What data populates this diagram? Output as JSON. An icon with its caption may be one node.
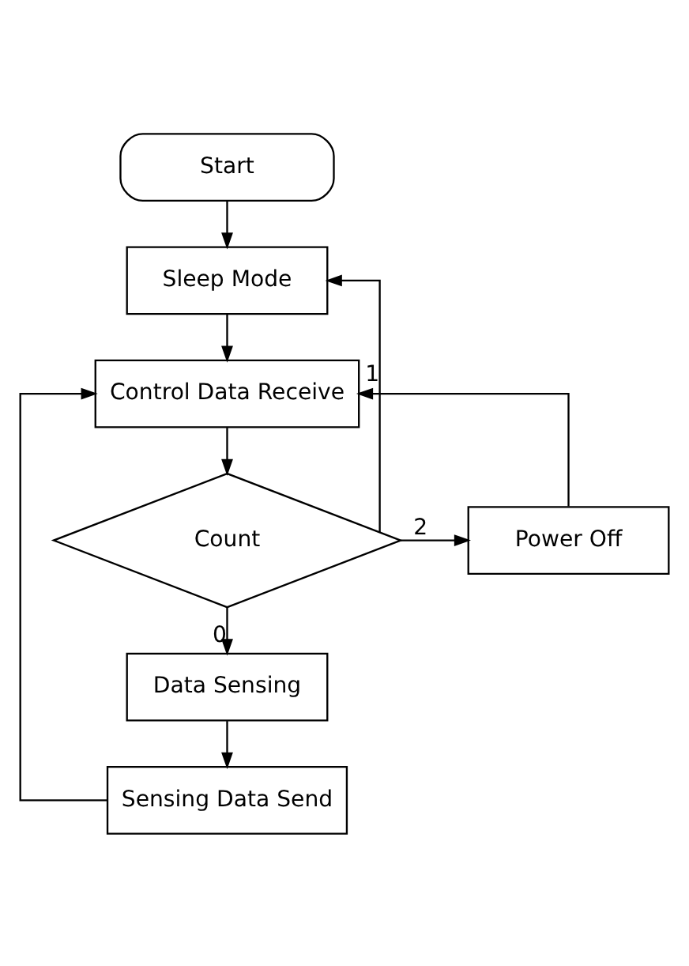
{
  "diagram": {
    "nodes": [
      {
        "text": [
          "Start"
        ]
      },
      {
        "text": [
          "Sleep Mode"
        ]
      },
      {
        "text": [
          "Control Data Receive"
        ]
      },
      {
        "text": [
          "Count"
        ]
      },
      {
        "text": [
          "Power Off"
        ]
      },
      {
        "text": [
          "Data Sensing"
        ]
      },
      {
        "text": [
          "Sensing Data Send"
        ]
      }
    ],
    "edges": [
      {
        "from": 0,
        "to": 1,
        "arrow": "to"
      },
      {
        "from": 1,
        "to": 2,
        "arrow": "to"
      },
      {
        "from": 2,
        "to": 3,
        "arrow": "to"
      },
      {
        "from": 3,
        "to": 1,
        "arrow": "to",
        "label": "1"
      },
      {
        "from": 3,
        "to": 4,
        "arrow": "to",
        "label": "2"
      },
      {
        "from": 4,
        "to": 2,
        "arrow": "to"
      },
      {
        "from": 3,
        "to": 5,
        "arrow": "to",
        "label": "0"
      },
      {
        "from": 5,
        "to": 6,
        "arrow": "to"
      },
      {
        "from": 6,
        "to": 2,
        "arrow": "to"
      }
    ]
  }
}
